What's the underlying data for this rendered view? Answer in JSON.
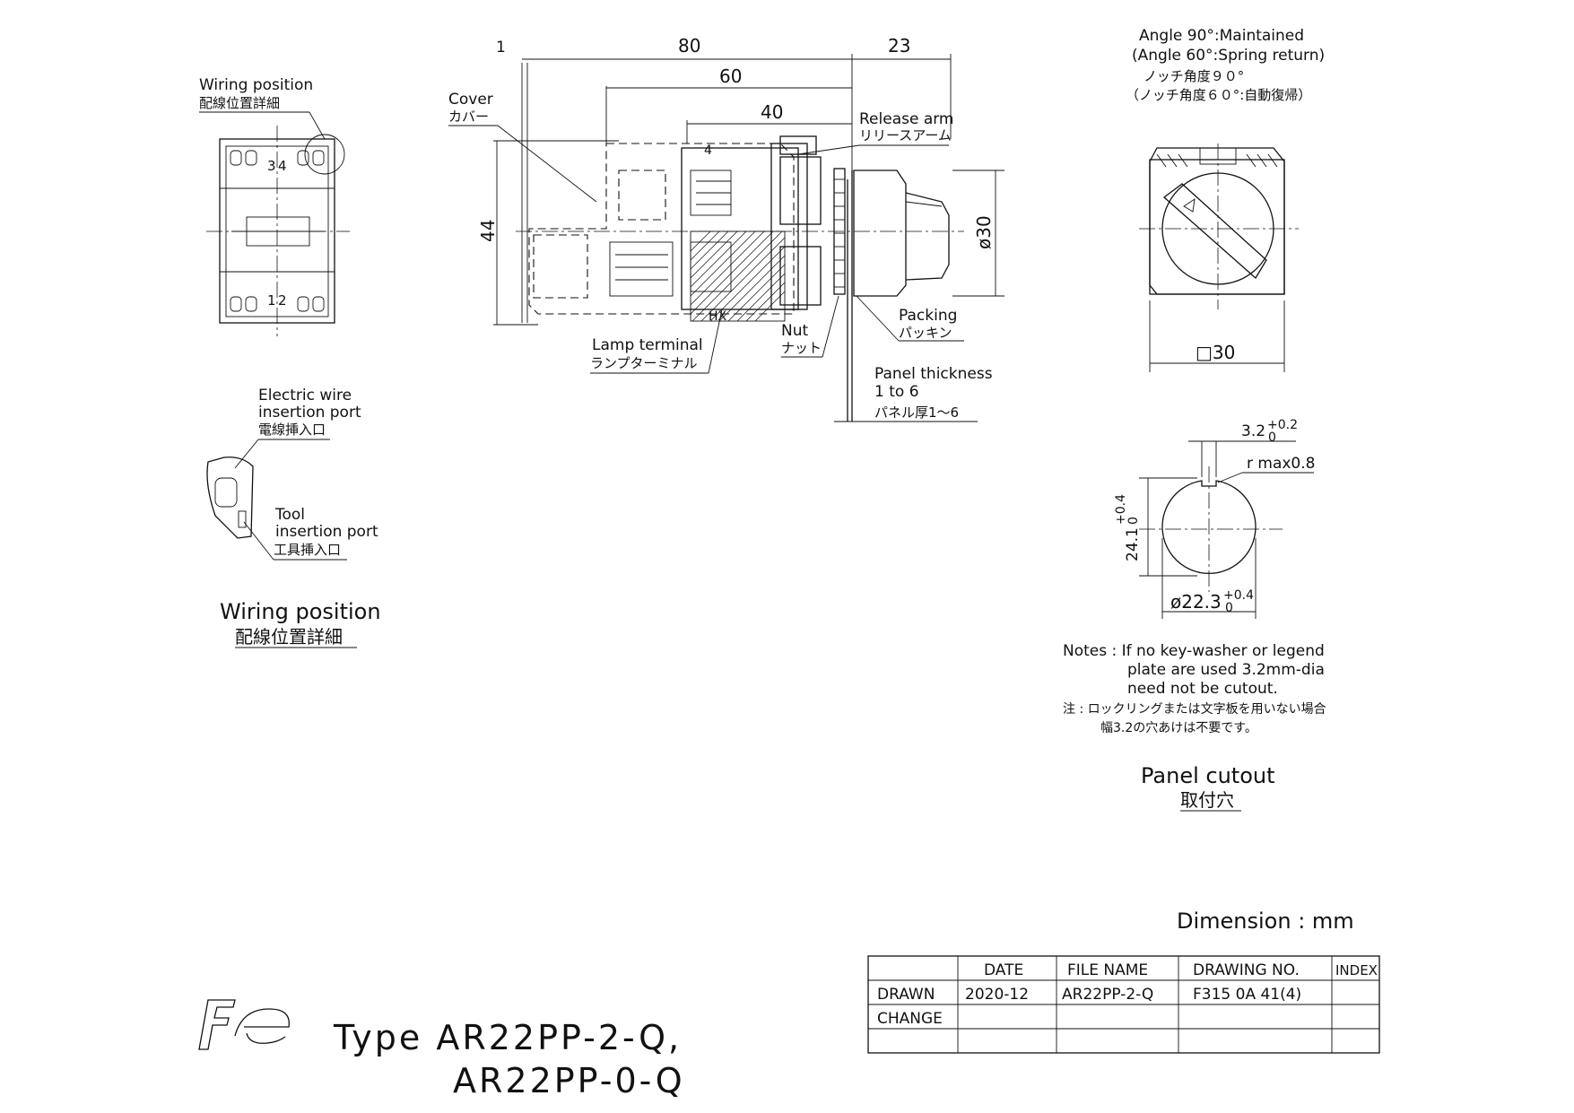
{
  "labels": {
    "dim_1": "1",
    "dim_80": "80",
    "dim_23": "23",
    "dim_60": "60",
    "dim_40": "40",
    "dim_44": "44",
    "dim_dia30": "ø30",
    "dim_sq30": "□30",
    "terminal_4": "4",
    "cover_en": "Cover",
    "cover_jp": "カバー",
    "release_arm_en": "Release arm",
    "release_arm_jp": "リリースアーム",
    "packing_en": "Packing",
    "packing_jp": "パッキン",
    "nut_en": "Nut",
    "nut_jp": "ナット",
    "lamp_terminal_en": "Lamp terminal",
    "lamp_terminal_jp": "ランプターミナル",
    "panel_thickness_en1": "Panel thickness",
    "panel_thickness_en2": "1 to 6",
    "panel_thickness_jp": "パネル厚1～6",
    "wiring_position_small_en": "Wiring position",
    "wiring_position_small_jp": "配線位置詳細",
    "electric_wire_en1": "Electric wire",
    "electric_wire_en2": "insertion port",
    "electric_wire_jp": "電線挿入口",
    "tool_en1": "Tool",
    "tool_en2": "insertion port",
    "tool_jp": "工具挿入口",
    "wiring_position_en": "Wiring position",
    "wiring_position_jp": "配線位置詳細",
    "angle_en1": "Angle 90°:Maintained",
    "angle_en2": "(Angle 60°:Spring return)",
    "angle_jp1": "ノッチ角度９０°",
    "angle_jp2": "（ノッチ角度６０°:自動復帰）",
    "cut_width": "3.2",
    "cut_width_tol_upper": "+0.2",
    "cut_width_tol_lower": "0",
    "cut_radius": "r max0.8",
    "cut_height": "24.1",
    "cut_height_tol_upper": "+0.4",
    "cut_height_tol_lower": "0",
    "cut_dia": "ø22.3",
    "cut_dia_tol_upper": "+0.4",
    "cut_dia_tol_lower": "0",
    "notes_en1": "Notes : If no key-washer or legend",
    "notes_en2": "plate are used 3.2mm-dia",
    "notes_en3": "need not be cutout.",
    "notes_jp1": "注 : ロックリングまたは文字板を用いない場合",
    "notes_jp2": "幅3.2の穴あけは不要です。",
    "panel_cutout_en": "Panel cutout",
    "panel_cutout_jp": "取付穴",
    "dimension_unit": "Dimension : mm",
    "terminal_numbers": [
      "3",
      "4",
      "1",
      "2"
    ],
    "hatch_label": "HX"
  },
  "title": {
    "type_line1": "Type AR22PP-2-Q,",
    "type_line2": "AR22PP-0-Q"
  },
  "title_block": {
    "headers": [
      "",
      "DATE",
      "FILE NAME",
      "DRAWING NO.",
      "INDEX"
    ],
    "rows": [
      [
        "DRAWN",
        "2020-12",
        "AR22PP-2-Q",
        "F315 0A 41(4)",
        ""
      ],
      [
        "CHANGE",
        "",
        "",
        "",
        ""
      ],
      [
        "",
        "",
        "",
        "",
        ""
      ]
    ]
  },
  "icons": {
    "logo": "fe-logo"
  }
}
